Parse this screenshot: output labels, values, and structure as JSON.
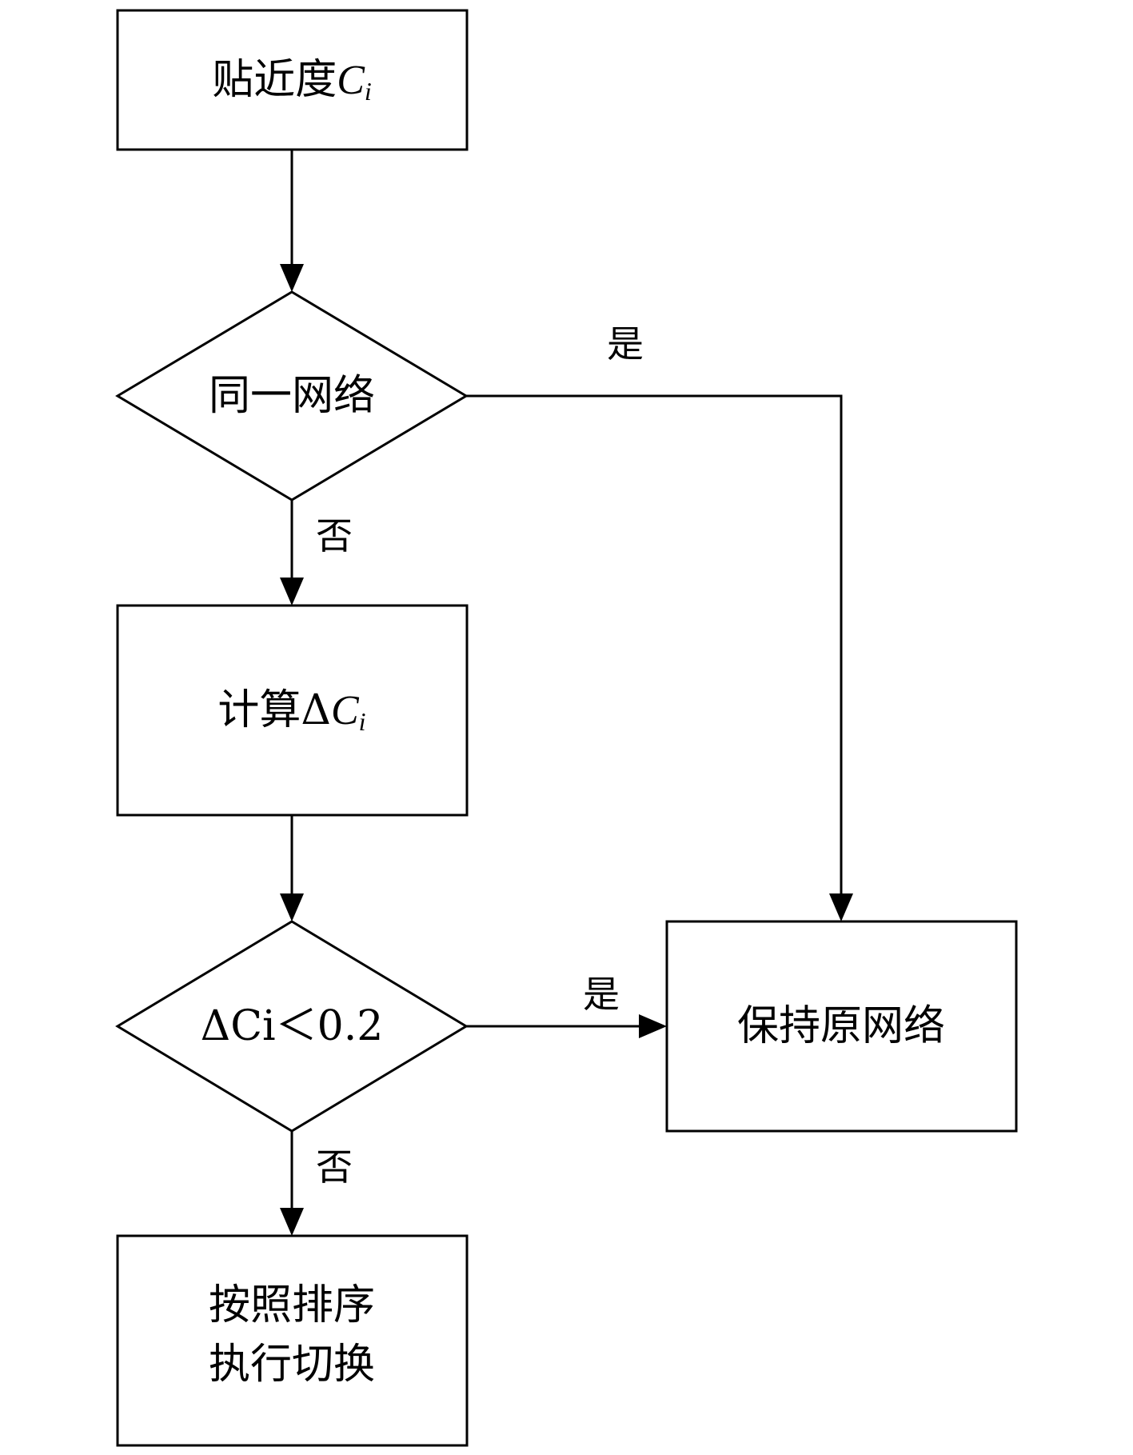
{
  "nodes": {
    "start": {
      "text": "贴近度",
      "math": "C",
      "sub": "i"
    },
    "decision_same_network": {
      "text": "同一网络"
    },
    "compute": {
      "text": "计算Δ",
      "math": "C",
      "sub": "i"
    },
    "decision_threshold": {
      "text": "ΔCi＜0.2"
    },
    "keep_network": {
      "text": "保持原网络"
    },
    "handover": {
      "line1": "按照排序",
      "line2": "执行切换"
    }
  },
  "edges": {
    "same_network_yes": "是",
    "same_network_no": "否",
    "threshold_yes": "是",
    "threshold_no": "否"
  }
}
